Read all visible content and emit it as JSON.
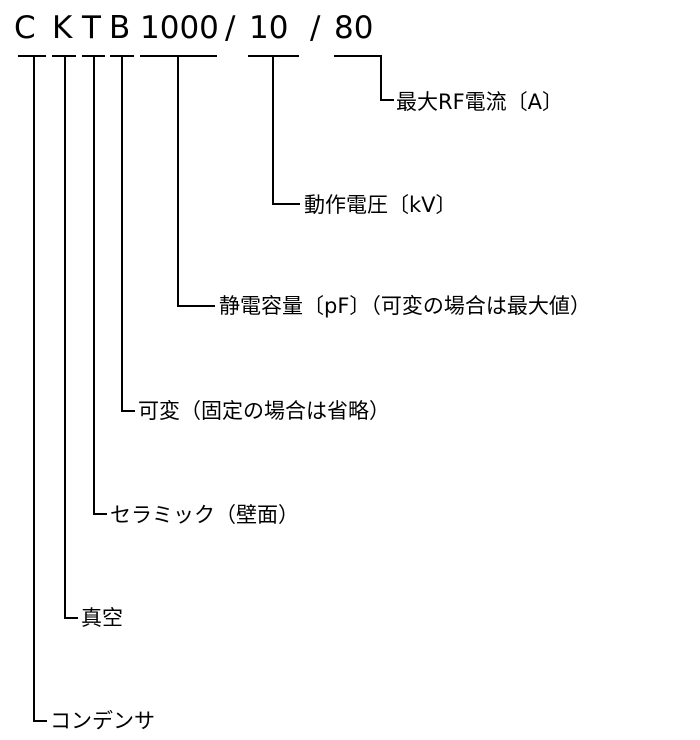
{
  "code": {
    "c": "C",
    "k": "K",
    "t": "T",
    "b": "B",
    "capacitance": "1000",
    "slash1": "/",
    "voltage": "10",
    "slash2": "/",
    "current": "80"
  },
  "labels": {
    "current": "最大RF電流〔A〕",
    "voltage": "動作電圧〔kV〕",
    "capacitance": "静電容量〔pF〕（可変の場合は最大値）",
    "variable": "可変（固定の場合は省略）",
    "ceramic": "セラミック（壁面）",
    "vacuum": "真空",
    "capacitor": "コンデンサ"
  }
}
